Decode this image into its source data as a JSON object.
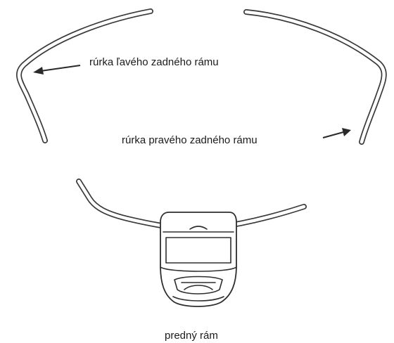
{
  "labels": {
    "left_tube": "rúrka ľavého zadného rámu",
    "right_tube": "rúrka pravého zadného rámu",
    "front_frame": "predný rám"
  }
}
